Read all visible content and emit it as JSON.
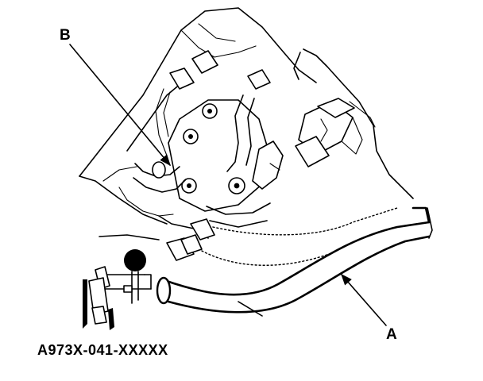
{
  "callouts": {
    "b": "B",
    "a": "A"
  },
  "tool": {
    "part_number": "A973X-041-XXXXX"
  },
  "colors": {
    "line": "#000000",
    "background": "#ffffff"
  }
}
